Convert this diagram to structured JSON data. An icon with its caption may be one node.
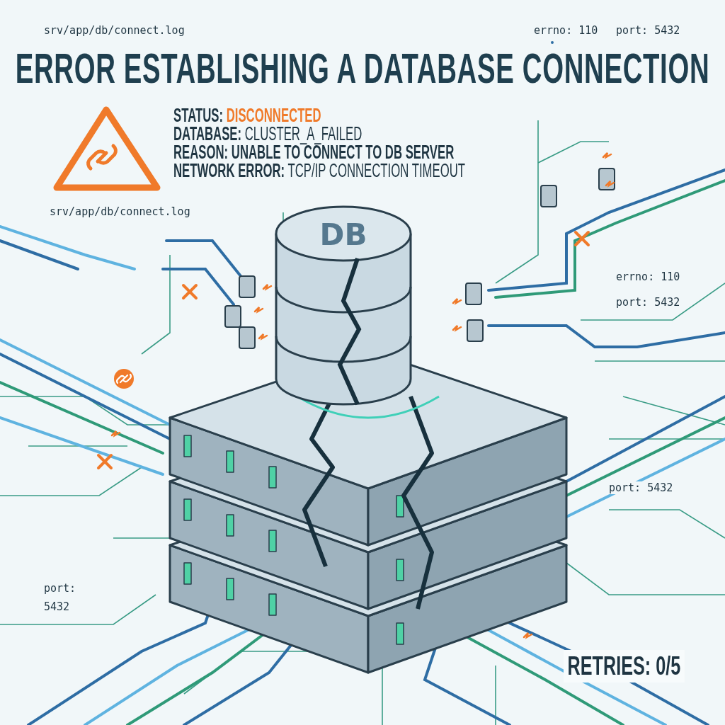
{
  "diagram": {
    "title": "ERROR ESTABLISHING A DATABASE CONNECTION",
    "nodes": [
      {
        "text": [
          "DB"
        ]
      }
    ],
    "labels": [
      "srv/app/db/connect.log",
      "errno: 110",
      "port: 5432",
      "**STATUS:** DISCONNECTED",
      "**DATABASE:** CLUSTER_A_FAILED",
      "**REASON: UNABLE TO CONNECT TO DB SERVER**",
      "**NETWORK ERROR:** TCP/IP CONNECTION TIMEOUT",
      "srv/app/db/connect.log",
      "errno: 110",
      "port: 5432",
      "port: 5432",
      "port: 5432",
      "RETRIES: 0/5"
    ]
  }
}
